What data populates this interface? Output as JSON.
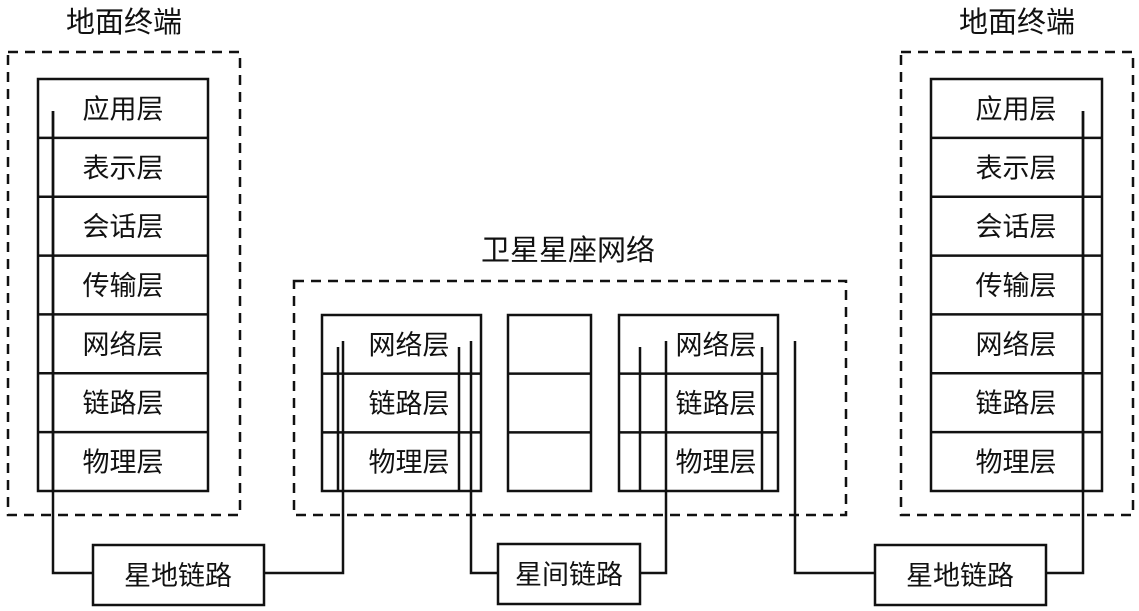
{
  "ground_left": {
    "title": "地面终端",
    "layers": [
      "应用层",
      "表示层",
      "会话层",
      "传输层",
      "网络层",
      "链路层",
      "物理层"
    ]
  },
  "ground_right": {
    "title": "地面终端",
    "layers": [
      "应用层",
      "表示层",
      "会话层",
      "传输层",
      "网络层",
      "链路层",
      "物理层"
    ]
  },
  "constellation": {
    "title": "卫星星座网络",
    "satellite_left": {
      "layers": [
        "网络层",
        "链路层",
        "物理层"
      ]
    },
    "satellite_middle": {
      "layers": [
        "",
        "",
        ""
      ]
    },
    "satellite_right": {
      "layers": [
        "网络层",
        "链路层",
        "物理层"
      ]
    }
  },
  "links": {
    "left": "星地链路",
    "middle": "星间链路",
    "right": "星地链路"
  },
  "colors": {
    "stroke": "#111111",
    "background": "#ffffff"
  }
}
